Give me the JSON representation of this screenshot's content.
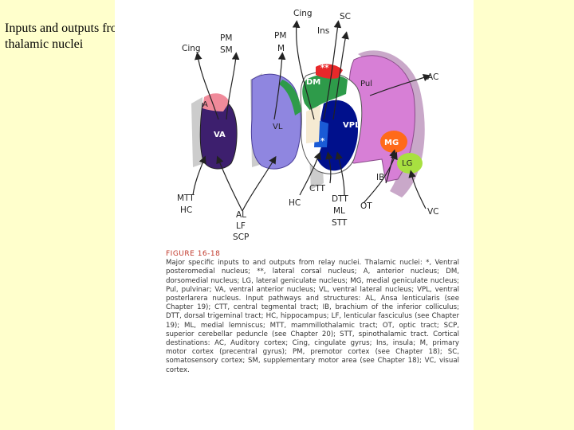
{
  "slide": {
    "title": "Inputs and outputs from thalamic nuclei"
  },
  "figure": {
    "labels": {
      "cing_top": "Cing",
      "sc": "SC",
      "ins": "Ins",
      "cing_left": "Cing",
      "pm_left": "PM",
      "sm": "SM",
      "pm_mid": "PM",
      "m": "M",
      "ac": "AC",
      "dm": "DM",
      "pul": "Pul",
      "a": "A",
      "va": "VA",
      "vl": "VL",
      "vpl": "VPL",
      "mg": "MG",
      "lg": "LG",
      "ib": "IB",
      "mtt": "MTT",
      "hc_left": "HC",
      "ctt": "CTT",
      "hc_mid": "HC",
      "dtt": "DTT",
      "ml": "ML",
      "stt": "STT",
      "al": "AL",
      "lf": "LF",
      "scp": "SCP",
      "ot": "OT",
      "vc": "VC",
      "star1": "*",
      "star2": "**"
    },
    "caption": {
      "heading": "FIGURE 16-18",
      "body": "Major specific inputs to and outputs from relay nuclei. Thalamic nuclei: *, Ventral posteromedial nucleus; **, lateral corsal nucleus; A, anterior nucleus; DM, dorsomedial nucleus; LG, lateral geniculate nucleus; MG, medial geniculate nucleus; Pul, pulvinar; VA, ventral anterior nucleus; VL, ventral lateral nucleus; VPL, ventral posterlarera nucleus. Input pathways and structures: AL, Ansa lenticularis (see Chapter 19); CTT, central tegmental tract; IB, brachium of the inferior colliculus; DTT, dorsal trigeminal tract; HC, hippocampus; LF, lenticular fasciculus (see Chapter 19); ML, medial lemniscus; MTT, mammillothalamic tract; OT, optic tract; SCP, superior cerebellar peduncle (see Chapter 20); STT, spinothalamic tract. Cortical destinations: AC, Auditory cortex; Cing, cingulate gyrus; Ins, insula; M, primary motor cortex (precentral gyrus); PM, premotor cortex (see Chapter 18); SC, somatosensory cortex; SM, supplementary motor area (see Chapter 18); VC, visual cortex."
    },
    "colors": {
      "va": "#3d1f6e",
      "vl": "#8f86e0",
      "a": "#f08a9a",
      "dm": "#2e9b4a",
      "vpl": "#00108c",
      "pul": "#d77fd6",
      "mg": "#ff6a1a",
      "lg": "#a8e040",
      "red": "#e8282a"
    }
  }
}
